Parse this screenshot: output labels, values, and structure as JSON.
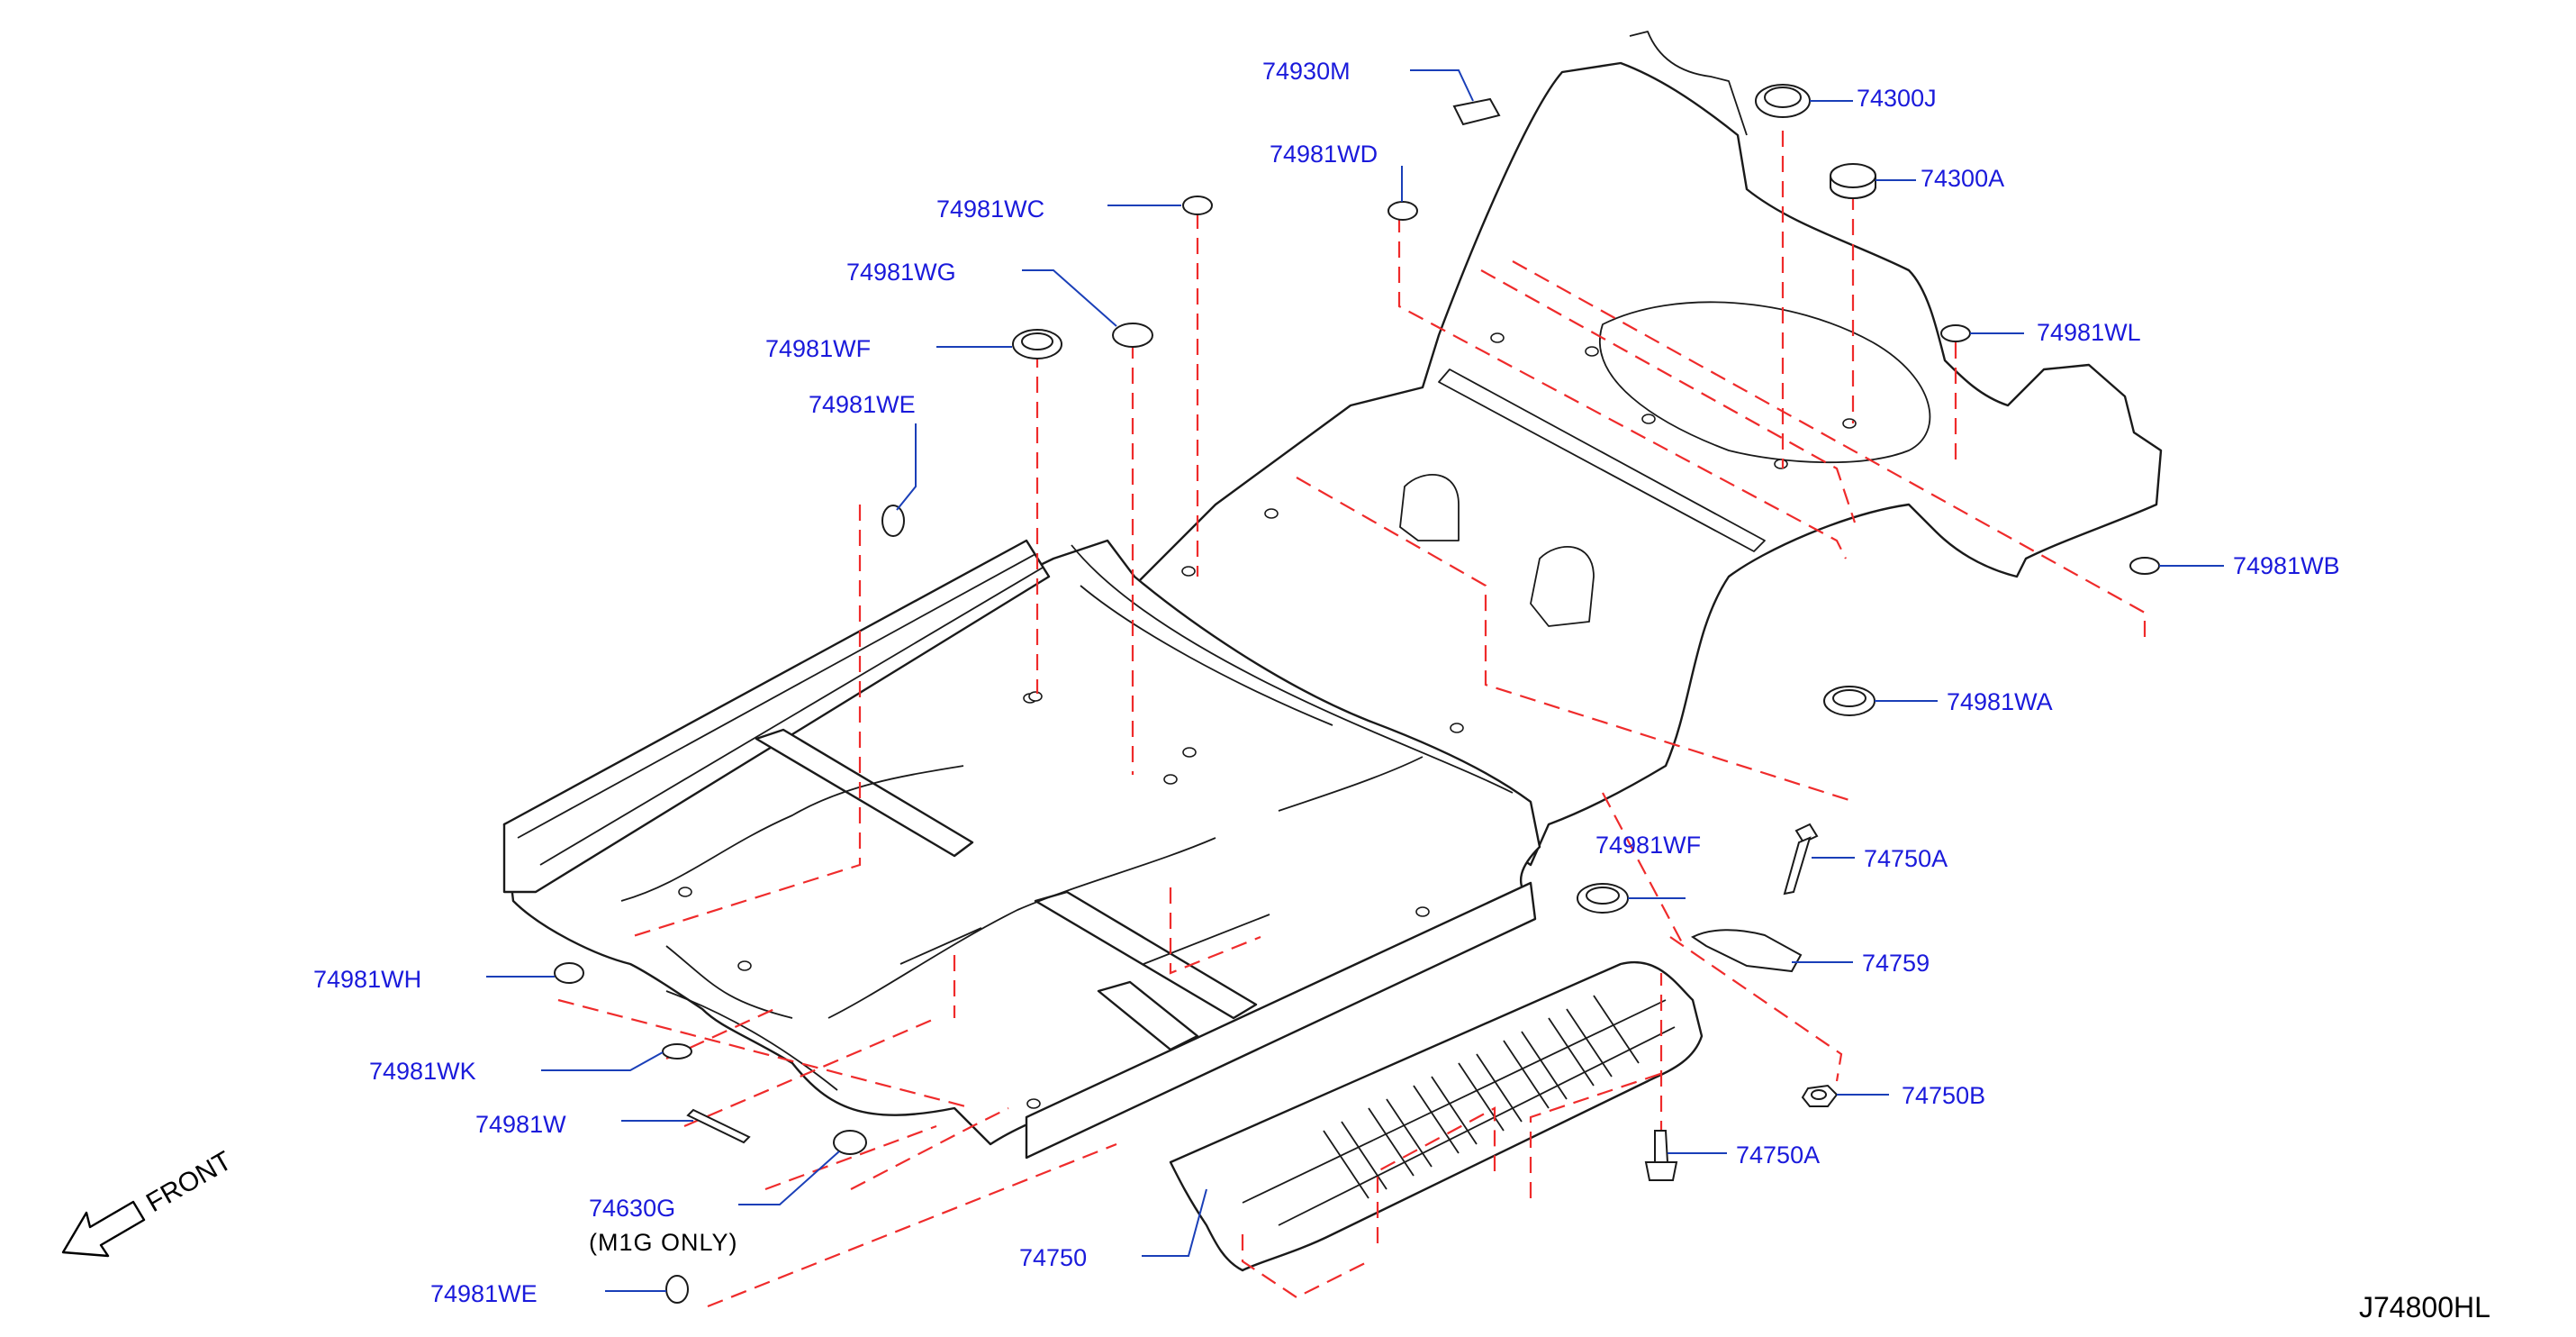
{
  "diagram_code": "J74800HL",
  "direction_label": "FRONT",
  "parts": [
    {
      "id": "p-74930M",
      "label": "74930M"
    },
    {
      "id": "p-74300J",
      "label": "74300J"
    },
    {
      "id": "p-74981WD",
      "label": "74981WD"
    },
    {
      "id": "p-74300A",
      "label": "74300A"
    },
    {
      "id": "p-74981WC",
      "label": "74981WC"
    },
    {
      "id": "p-74981WG",
      "label": "74981WG"
    },
    {
      "id": "p-74981WL",
      "label": "74981WL"
    },
    {
      "id": "p-74981WF-top",
      "label": "74981WF"
    },
    {
      "id": "p-74981WE-top",
      "label": "74981WE"
    },
    {
      "id": "p-74981WB",
      "label": "74981WB"
    },
    {
      "id": "p-74981WA",
      "label": "74981WA"
    },
    {
      "id": "p-74981WF-mid",
      "label": "74981WF"
    },
    {
      "id": "p-74750A-top",
      "label": "74750A"
    },
    {
      "id": "p-74759",
      "label": "74759"
    },
    {
      "id": "p-74981WH",
      "label": "74981WH"
    },
    {
      "id": "p-74750B",
      "label": "74750B"
    },
    {
      "id": "p-74981WK",
      "label": "74981WK"
    },
    {
      "id": "p-74750A-bot",
      "label": "74750A"
    },
    {
      "id": "p-74981W",
      "label": "74981W"
    },
    {
      "id": "p-74630G",
      "label": "74630G"
    },
    {
      "id": "p-74750",
      "label": "74750"
    },
    {
      "id": "p-74981WE-bot",
      "label": "74981WE"
    }
  ],
  "notes": {
    "m1g_only": "(M1G   ONLY)"
  }
}
